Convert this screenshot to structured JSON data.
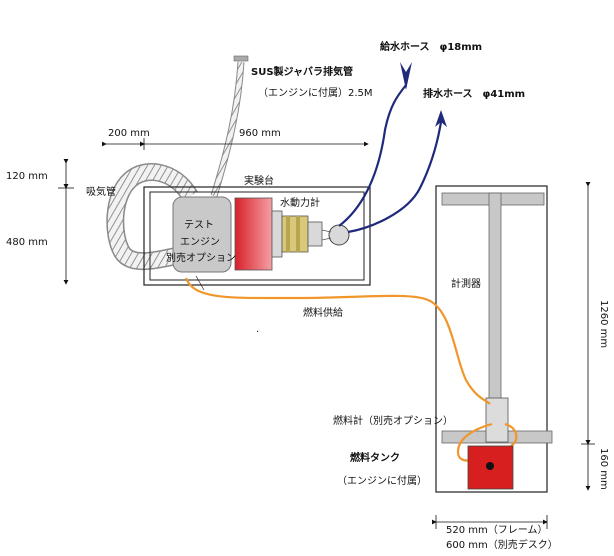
{
  "labels": {
    "exhaust_pipe": "SUS製ジャバラ排気管",
    "exhaust_pipe_note": "（エンジンに付属）2.5M",
    "water_supply_hose": "給水ホース　φ18mm",
    "drain_hose": "排水ホース　φ41mm",
    "dim_200": "200 mm",
    "dim_960": "960 mm",
    "dim_120": "120 mm",
    "dim_480": "480 mm",
    "intake_pipe": "吸気管",
    "test_bench": "実験台",
    "water_dyno": "水動力計",
    "engine_line1": "テスト",
    "engine_line2": "エンジン",
    "engine_line3": "別売オプション",
    "fuel_supply": "燃料供給",
    "instrument": "計測器",
    "dim_1260": "1260 mm",
    "fuel_meter": "燃料計（別売オプション）",
    "fuel_tank": "燃料タンク",
    "fuel_tank_note": "（エンジンに付属）",
    "dim_160": "160 mm",
    "dim_520": "520 mm（フレーム）",
    "dim_600": "600 mm（別売デスク）"
  },
  "colors": {
    "hose_blue": "#1f2a7a",
    "fuel_orange": "#f0962a",
    "dyno_red": "#e8323a",
    "coupling_yellow": "#d9c77a",
    "tank_red": "#d81f1f",
    "frame_gray": "#c8c8c8",
    "engine_gray": "#c9c9c9"
  }
}
